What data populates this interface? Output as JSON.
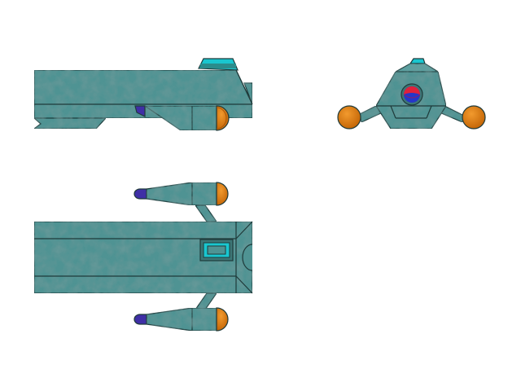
{
  "colors": {
    "background": "#ffffff",
    "hull": "#4f9393",
    "hull_light": "#6fb1b1",
    "hull_dark": "#3c7676",
    "outline": "#1f3a3a",
    "accent_cyan": "#19c6cf",
    "engine_orange": "#e07b0d",
    "engine_orange_dark": "#a95508",
    "tip_blue": "#3f2fa6",
    "sensor_red": "#e0213b",
    "sensor_blue": "#2636c9"
  },
  "views": [
    {
      "name": "side-view",
      "icon": "ship-side-icon"
    },
    {
      "name": "front-view",
      "icon": "ship-front-icon"
    },
    {
      "name": "top-view",
      "icon": "ship-top-icon"
    }
  ]
}
